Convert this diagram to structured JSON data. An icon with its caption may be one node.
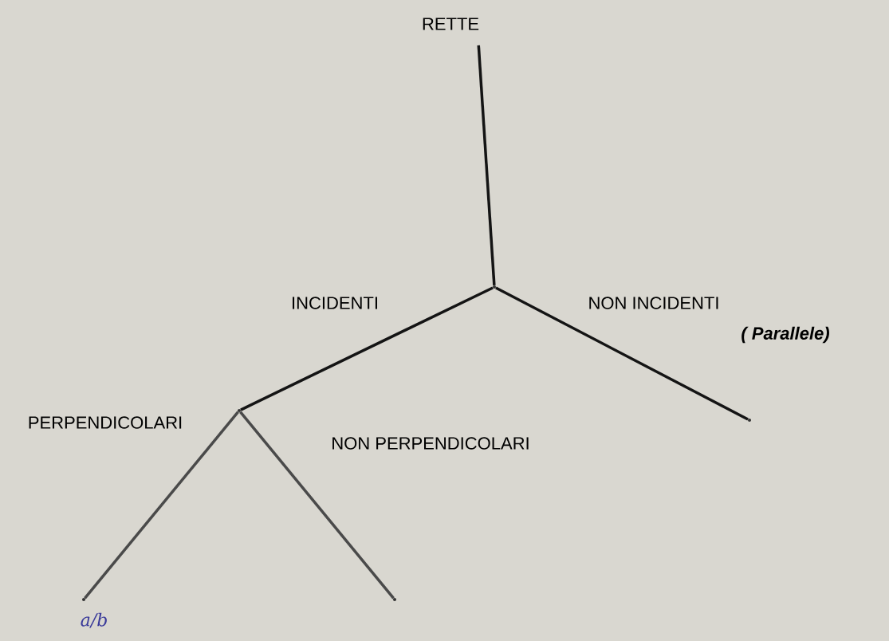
{
  "diagram": {
    "nodes": [
      {
        "text": [
          "RETTE"
        ]
      },
      {
        "text": [],
        "shape": "point"
      },
      {
        "text": [],
        "shape": "point"
      },
      {
        "text": [],
        "shape": "point"
      },
      {
        "text": [],
        "shape": "point"
      },
      {
        "text": [],
        "shape": "point"
      }
    ],
    "edges": [
      {
        "from": 0,
        "to": 1,
        "arrow": "none"
      },
      {
        "from": 1,
        "to": 3,
        "arrow": "none",
        "label": "INCIDENTI"
      },
      {
        "from": 1,
        "to": 2,
        "arrow": "none",
        "label": "NON INCIDENTI"
      },
      {
        "from": 3,
        "to": 4,
        "arrow": "none",
        "label": "PERPENDICOLARI",
        "color": "#4a4a4a"
      },
      {
        "from": 3,
        "to": 5,
        "arrow": "none",
        "label": "NON  PERPENDICOLARI",
        "color": "#4a4a4a"
      }
    ],
    "labels": [
      "( Parallele)",
      "a/b"
    ]
  }
}
